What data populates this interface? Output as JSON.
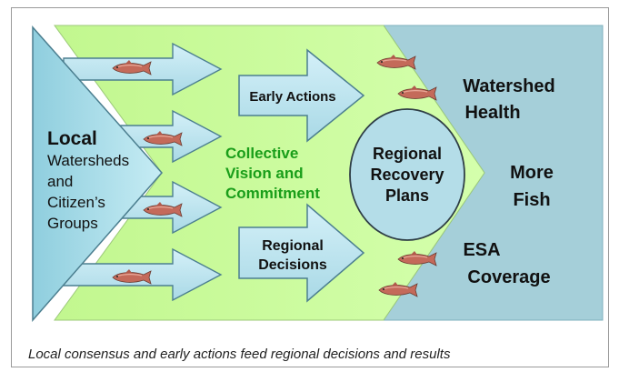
{
  "diagram": {
    "local": {
      "title": "Local",
      "lines": [
        "Watersheds",
        "and",
        "Citizen’s",
        "Groups"
      ]
    },
    "collective": [
      "Collective",
      "Vision and",
      "Commitment"
    ],
    "early_actions": "Early Actions",
    "regional_decisions": [
      "Regional",
      "Decisions"
    ],
    "regional_plans": [
      "Regional",
      "Recovery",
      "Plans"
    ],
    "outcomes": {
      "watershed_health": [
        "Watershed",
        "Health"
      ],
      "more_fish": [
        "More",
        "Fish"
      ],
      "esa_coverage": [
        "ESA",
        "Coverage"
      ]
    }
  },
  "caption": "Local consensus and early actions feed regional decisions and results",
  "colors": {
    "local_triangle": "#9fd6e4",
    "collective_band": "#ccff99",
    "outcome_panel": "#a5cfd9",
    "arrow_fill": "#b8e2ee",
    "collective_text": "#1a9e1a",
    "salmon": "#c46a5a"
  }
}
